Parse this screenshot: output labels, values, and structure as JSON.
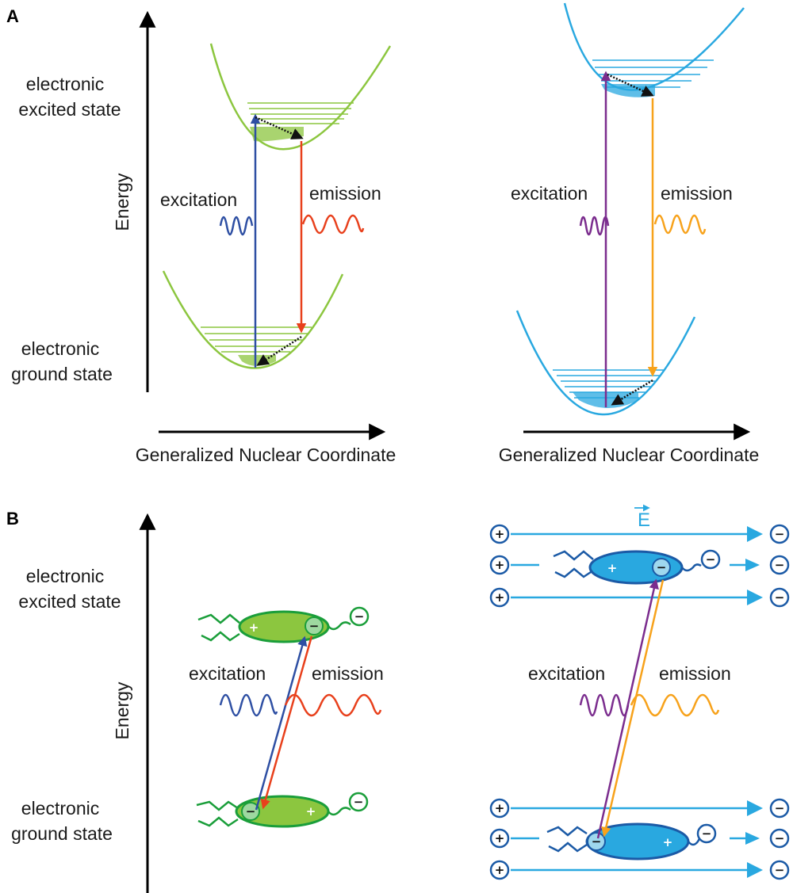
{
  "panels": {
    "a": {
      "letter": "A",
      "left": {
        "excited_label_line1": "electronic",
        "excited_label_line2": "excited state",
        "ground_label_line1": "electronic",
        "ground_label_line2": "ground state",
        "energy_axis_label": "Energy",
        "excitation_label": "excitation",
        "emission_label": "emission",
        "x_axis_label": "Generalized Nuclear Coordinate"
      },
      "right": {
        "excitation_label": "excitation",
        "emission_label": "emission",
        "x_axis_label": "Generalized Nuclear Coordinate"
      }
    },
    "b": {
      "letter": "B",
      "excited_label_line1": "electronic",
      "excited_label_line2": "excited state",
      "ground_label_line1": "electronic",
      "ground_label_line2": "ground state",
      "energy_axis_label": "Energy",
      "left": {
        "excitation_label": "excitation",
        "emission_label": "emission"
      },
      "right": {
        "field_label": "E",
        "excitation_label": "excitation",
        "emission_label": "emission"
      }
    }
  },
  "colors": {
    "green": "#8cc63f",
    "green_dark": "#1a9e3a",
    "blue_light": "#29a8e0",
    "excitation_blue": "#2e4fa3",
    "emission_red": "#e8401c",
    "excitation_purple": "#7b2d8e",
    "emission_orange": "#f7a21b"
  }
}
